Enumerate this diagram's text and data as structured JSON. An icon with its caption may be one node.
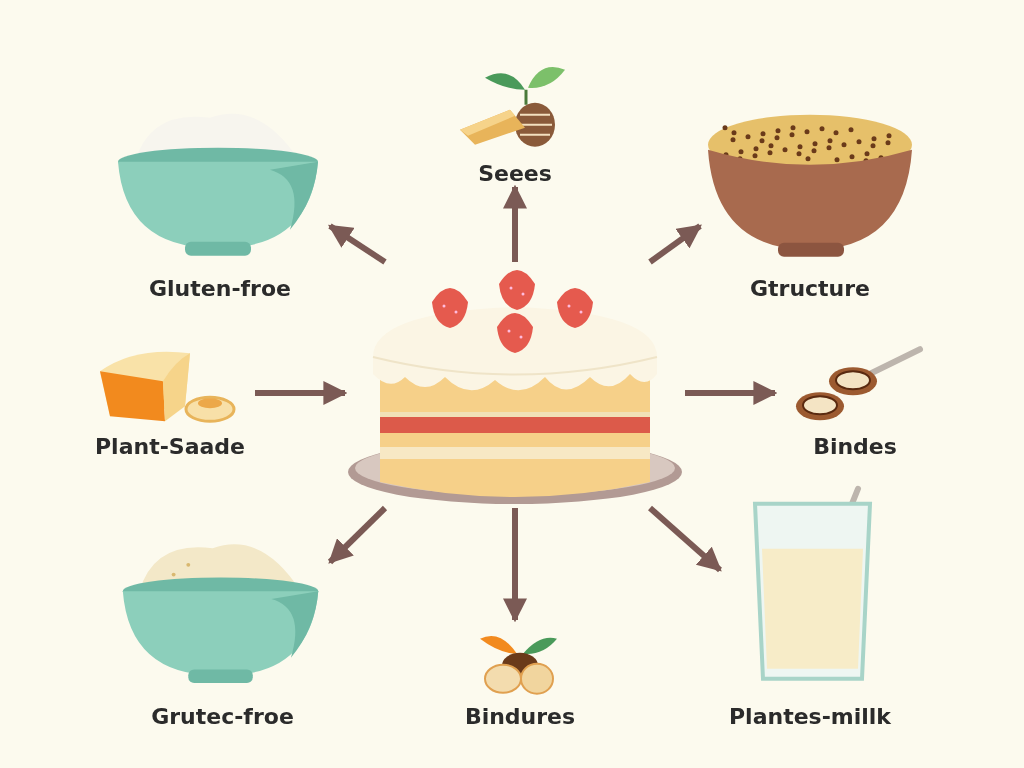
{
  "diagram": {
    "nodes": [
      {
        "text": [
          "Seees"
        ]
      },
      {
        "text": [
          "Gluten-froe"
        ]
      },
      {
        "text": [
          "Gtructure"
        ]
      },
      {
        "text": [
          "Plant-Saade"
        ]
      },
      {
        "text": [],
        "shape": "picture"
      },
      {
        "text": [
          "Bindes"
        ]
      },
      {
        "text": [
          "Grutec-froe"
        ]
      },
      {
        "text": [
          "Bindures"
        ]
      },
      {
        "text": [
          "Plantes-millk"
        ]
      }
    ],
    "edges": [
      {
        "from": 4,
        "to": 0,
        "arrow": "to"
      },
      {
        "from": 4,
        "to": 1,
        "arrow": "to"
      },
      {
        "from": 4,
        "to": 2,
        "arrow": "to"
      },
      {
        "from": 3,
        "to": 4,
        "arrow": "to"
      },
      {
        "from": 4,
        "to": 5,
        "arrow": "to"
      },
      {
        "from": 4,
        "to": 6,
        "arrow": "to"
      },
      {
        "from": 4,
        "to": 7,
        "arrow": "to"
      },
      {
        "from": 4,
        "to": 8,
        "arrow": "to"
      }
    ]
  }
}
